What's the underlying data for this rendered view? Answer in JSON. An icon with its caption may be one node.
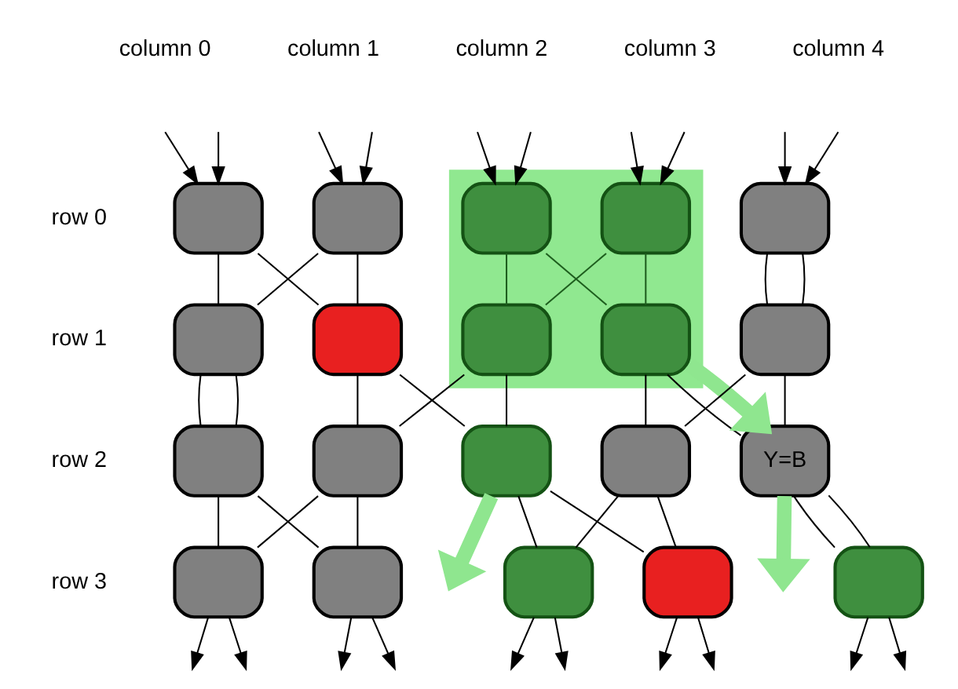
{
  "diagram": {
    "nodes": [
      {
        "text": [],
        "shape": "box"
      },
      {
        "text": [],
        "shape": "box"
      },
      {
        "text": [],
        "shape": "box"
      },
      {
        "text": [],
        "shape": "box",
        "in": 0
      },
      {
        "text": [],
        "shape": "box",
        "in": 0
      },
      {
        "text": [],
        "shape": "box"
      },
      {
        "text": [],
        "shape": "box"
      },
      {
        "text": [],
        "shape": "box"
      },
      {
        "text": [],
        "shape": "box",
        "in": 0
      },
      {
        "text": [],
        "shape": "box",
        "in": 0
      },
      {
        "text": [],
        "shape": "box"
      },
      {
        "text": [],
        "shape": "box"
      },
      {
        "text": [],
        "shape": "box"
      },
      {
        "text": [],
        "shape": "box"
      },
      {
        "text": [],
        "shape": "box"
      },
      {
        "text": [
          "Y=B"
        ]
      },
      {
        "text": [],
        "shape": "box"
      },
      {
        "text": [],
        "shape": "box"
      },
      {
        "text": [],
        "shape": "box"
      },
      {
        "text": [],
        "shape": "box"
      },
      {
        "text": [],
        "shape": "box"
      }
    ],
    "edges": [
      {
        "from": null,
        "to": 1,
        "arrow": "to"
      },
      {
        "from": null,
        "to": 1,
        "arrow": "to"
      },
      {
        "from": null,
        "to": 2,
        "arrow": "to"
      },
      {
        "from": null,
        "to": 2,
        "arrow": "to"
      },
      {
        "from": null,
        "to": 3,
        "arrow": "to"
      },
      {
        "from": null,
        "to": 3,
        "arrow": "to"
      },
      {
        "from": null,
        "to": 4,
        "arrow": "to"
      },
      {
        "from": null,
        "to": 4,
        "arrow": "to"
      },
      {
        "from": null,
        "to": 5,
        "arrow": "to"
      },
      {
        "from": null,
        "to": 5,
        "arrow": "to"
      },
      {
        "from": 1,
        "to": 6,
        "arrow": "none"
      },
      {
        "from": 1,
        "to": 7,
        "arrow": "none"
      },
      {
        "from": 2,
        "to": 6,
        "arrow": "none"
      },
      {
        "from": 2,
        "to": 7,
        "arrow": "none"
      },
      {
        "from": 3,
        "to": 8,
        "arrow": "none",
        "color": "#1e5e1e"
      },
      {
        "from": 3,
        "to": 9,
        "arrow": "none",
        "color": "#1e5e1e"
      },
      {
        "from": 4,
        "to": 8,
        "arrow": "none",
        "color": "#1e5e1e"
      },
      {
        "from": 4,
        "to": 9,
        "arrow": "none",
        "color": "#1e5e1e"
      },
      {
        "from": 5,
        "to": 10,
        "arrow": "none"
      },
      {
        "from": 5,
        "to": 10,
        "arrow": "none"
      },
      {
        "from": 6,
        "to": 11,
        "arrow": "none"
      },
      {
        "from": 6,
        "to": 11,
        "arrow": "none"
      },
      {
        "from": 7,
        "to": 12,
        "arrow": "none"
      },
      {
        "from": 7,
        "to": 13,
        "arrow": "none"
      },
      {
        "from": 8,
        "to": 12,
        "arrow": "none"
      },
      {
        "from": 8,
        "to": 13,
        "arrow": "none"
      },
      {
        "from": 9,
        "to": 14,
        "arrow": "none"
      },
      {
        "from": 9,
        "to": 15,
        "arrow": "none"
      },
      {
        "from": 10,
        "to": 14,
        "arrow": "none"
      },
      {
        "from": 10,
        "to": 15,
        "arrow": "none"
      },
      {
        "from": 11,
        "to": 16,
        "arrow": "none"
      },
      {
        "from": 11,
        "to": 17,
        "arrow": "none"
      },
      {
        "from": 12,
        "to": 16,
        "arrow": "none"
      },
      {
        "from": 12,
        "to": 17,
        "arrow": "none"
      },
      {
        "from": 13,
        "to": 18,
        "arrow": "none"
      },
      {
        "from": 13,
        "to": 19,
        "arrow": "none"
      },
      {
        "from": 14,
        "to": 18,
        "arrow": "none"
      },
      {
        "from": 14,
        "to": 19,
        "arrow": "none"
      },
      {
        "from": 15,
        "to": 20,
        "arrow": "none"
      },
      {
        "from": 15,
        "to": 20,
        "arrow": "none"
      },
      {
        "from": 9,
        "to": 15,
        "arrow": "to",
        "style": "thick",
        "color": "#8fe68f"
      },
      {
        "from": 13,
        "to": null,
        "arrow": "to",
        "style": "thick",
        "color": "#8fe68f"
      },
      {
        "from": 15,
        "to": null,
        "arrow": "to",
        "style": "thick",
        "color": "#8fe68f"
      },
      {
        "from": 16,
        "to": null,
        "arrow": "to"
      },
      {
        "from": 16,
        "to": null,
        "arrow": "to"
      },
      {
        "from": 17,
        "to": null,
        "arrow": "to"
      },
      {
        "from": 17,
        "to": null,
        "arrow": "to"
      },
      {
        "from": 18,
        "to": null,
        "arrow": "to"
      },
      {
        "from": 18,
        "to": null,
        "arrow": "to"
      },
      {
        "from": 19,
        "to": null,
        "arrow": "to"
      },
      {
        "from": 19,
        "to": null,
        "arrow": "to"
      },
      {
        "from": 20,
        "to": null,
        "arrow": "to"
      },
      {
        "from": 20,
        "to": null,
        "arrow": "to"
      }
    ],
    "labels": [
      "column 0",
      "column 1",
      "column 2",
      "column 3",
      "column 4",
      "row 0",
      "row 1",
      "row 2",
      "row 3"
    ]
  }
}
